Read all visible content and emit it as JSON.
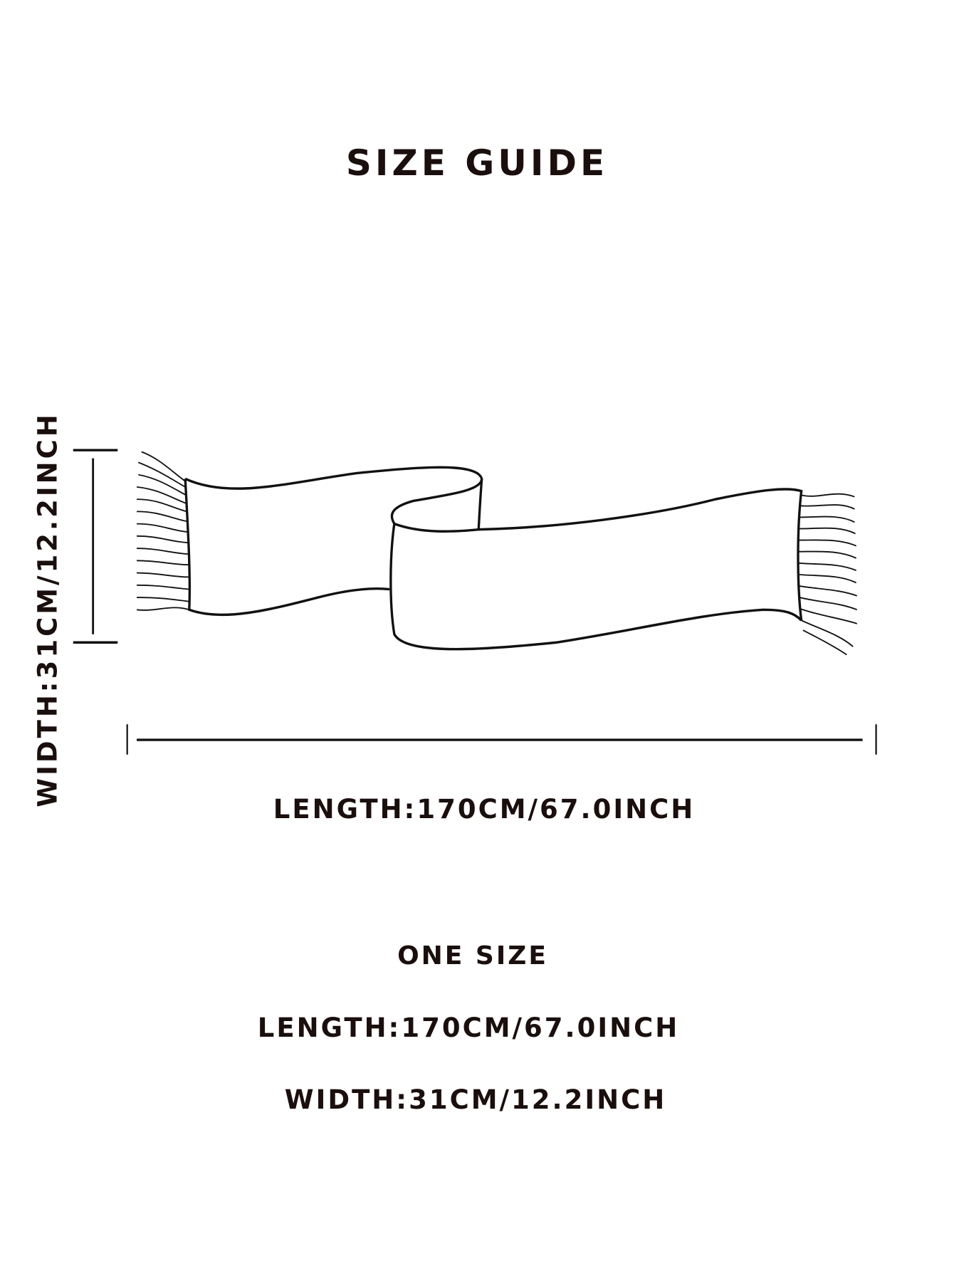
{
  "title": "SIZE GUIDE",
  "diagram": {
    "width_label": "WIDTH:31CM/12.2INCH",
    "length_label": "LENGTH:170CM/67.0INCH",
    "icon": "scarf-outline-icon"
  },
  "specs": {
    "size": "ONE SIZE",
    "length": "LENGTH:170CM/67.0INCH",
    "width": "WIDTH:31CM/12.2INCH"
  },
  "colors": {
    "text": "#1a0f0c",
    "line": "#111111"
  }
}
